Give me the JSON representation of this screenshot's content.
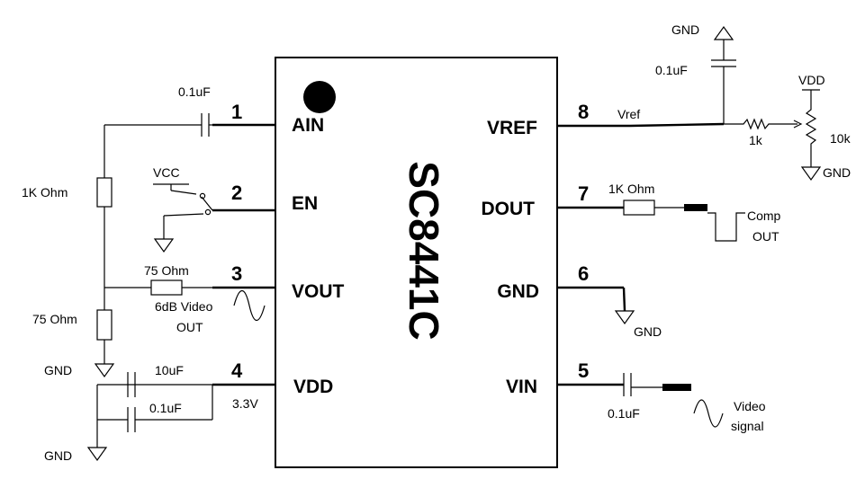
{
  "chip": {
    "part_number": "SC8441C",
    "pins": [
      {
        "number": "1",
        "name": "AIN"
      },
      {
        "number": "2",
        "name": "EN"
      },
      {
        "number": "3",
        "name": "VOUT"
      },
      {
        "number": "4",
        "name": "VDD"
      },
      {
        "number": "5",
        "name": "VIN"
      },
      {
        "number": "6",
        "name": "GND"
      },
      {
        "number": "7",
        "name": "DOUT"
      },
      {
        "number": "8",
        "name": "VREF"
      }
    ]
  },
  "labels": {
    "ain_cap": "0.1uF",
    "vcc": "VCC",
    "r_1k_left": "1K  Ohm",
    "r_75_series": "75  Ohm",
    "r_75_shunt": "75  Ohm",
    "video_out": [
      "6dB Video",
      "OUT"
    ],
    "gnd_left_mid": "GND",
    "cap_10u": "10uF",
    "cap_01u_vdd": "0.1uF",
    "gnd_left_bottom": "GND",
    "vdd_supply": "3.3V",
    "gnd_top_right": "GND",
    "vref_cap": "0.1uF",
    "vref_net": "Vref",
    "vdd_pot": "VDD",
    "r_1k_vref": "1k",
    "pot_10k": "10k",
    "gnd_pot": "GND",
    "r_1k_dout": "1K  Ohm",
    "comp_out": [
      "Comp",
      "OUT"
    ],
    "gnd_pin6": "GND",
    "vin_cap": "0.1uF",
    "video_signal": [
      "Video",
      "signal"
    ]
  }
}
